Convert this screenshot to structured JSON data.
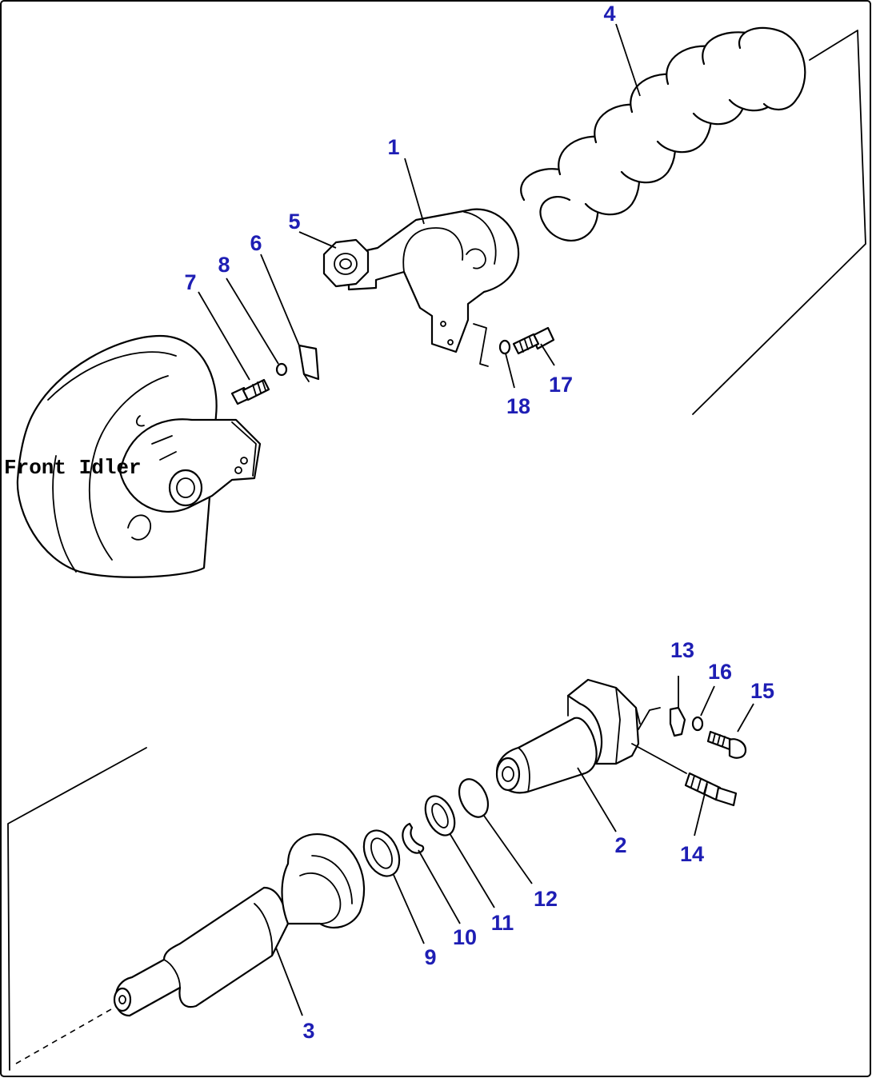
{
  "caption": "Front Idler",
  "callouts": [
    "1",
    "2",
    "3",
    "4",
    "5",
    "6",
    "7",
    "8",
    "9",
    "10",
    "11",
    "12",
    "13",
    "14",
    "15",
    "16",
    "17",
    "18"
  ],
  "colors": {
    "callout": "#1e1eb4",
    "line": "#000000",
    "background": "#ffffff"
  }
}
